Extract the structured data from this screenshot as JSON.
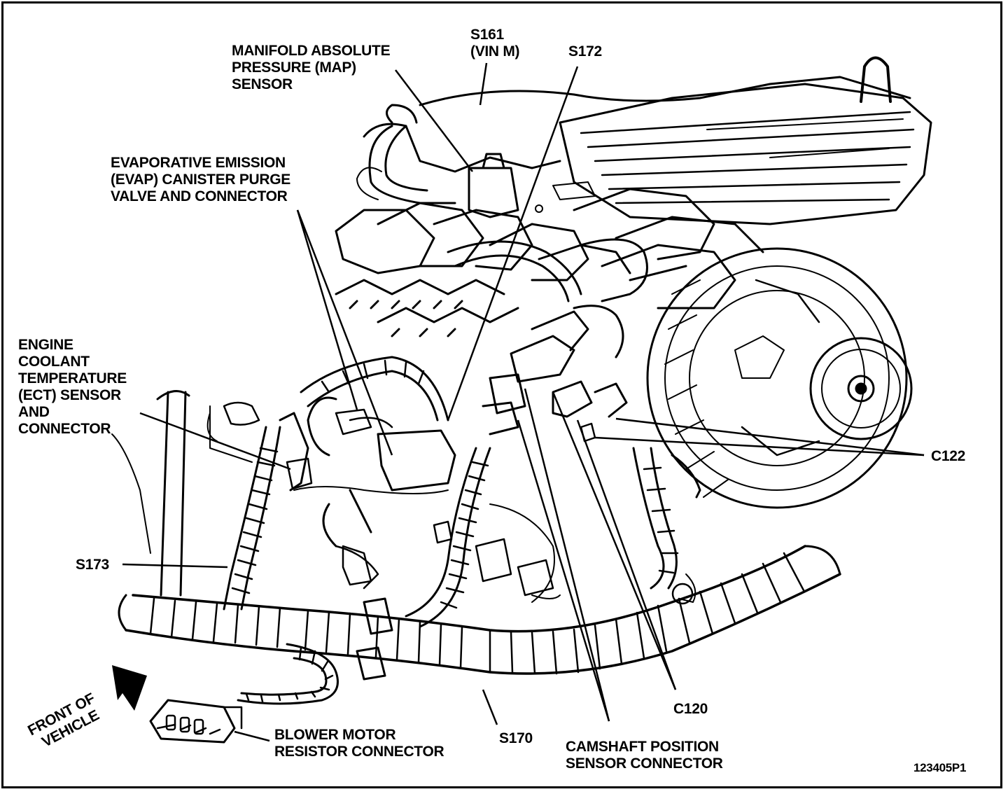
{
  "labels": {
    "map_sensor": [
      "MANIFOLD ABSOLUTE",
      "PRESSURE (MAP)",
      "SENSOR"
    ],
    "s161": [
      "S161",
      "(VIN M)"
    ],
    "s172": "S172",
    "evap": [
      "EVAPORATIVE EMISSION",
      "(EVAP) CANISTER PURGE",
      "VALVE AND CONNECTOR"
    ],
    "ect": [
      "ENGINE",
      "COOLANT",
      "TEMPERATURE",
      "(ECT) SENSOR",
      "AND",
      "CONNECTOR"
    ],
    "c122": "C122",
    "s173": "S173",
    "c120": "C120",
    "s170": "S170",
    "front": [
      "FRONT OF",
      "VEHICLE"
    ],
    "blower": [
      "BLOWER MOTOR",
      "RESISTOR CONNECTOR"
    ],
    "camshaft": [
      "CAMSHAFT POSITION",
      "SENSOR CONNECTOR"
    ],
    "figure_id": "123405P1"
  },
  "colors": {
    "ink": "#000000",
    "paper": "#ffffff"
  }
}
